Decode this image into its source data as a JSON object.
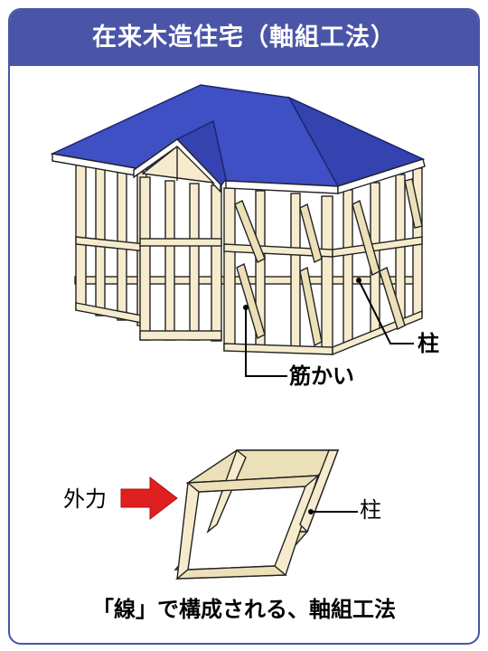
{
  "title": "在来木造住宅（軸組工法）",
  "labels": {
    "pillar_top": "柱",
    "brace": "筋かい",
    "external_force": "外力",
    "pillar_bottom": "柱"
  },
  "caption": "「線」で構成される、軸組工法",
  "colors": {
    "title_bg": "#4a55a8",
    "roof": "#3f4fc4",
    "timber_fill": "#f6eccd",
    "timber_stroke": "#222222",
    "arrow": "#e02020"
  }
}
